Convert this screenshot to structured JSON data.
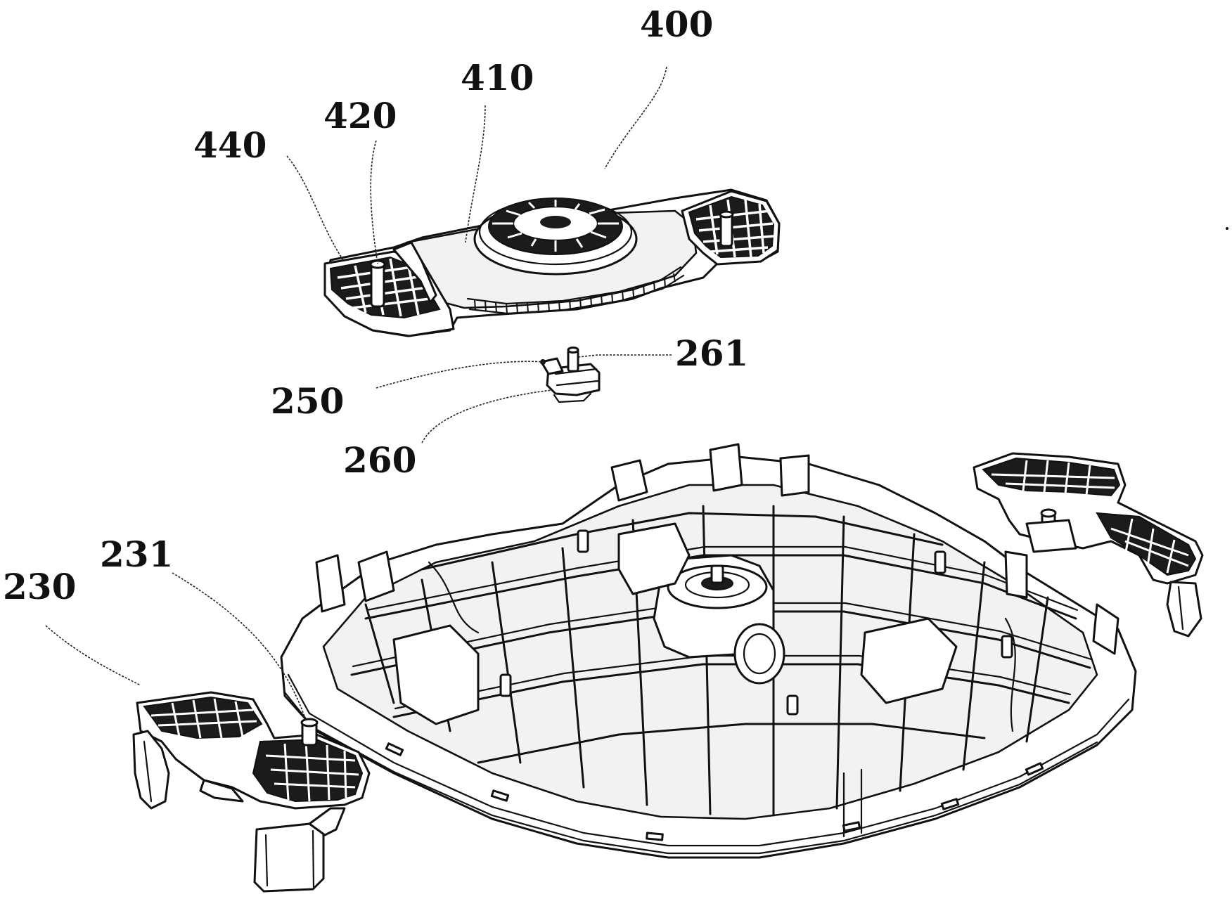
{
  "figure": {
    "labels": {
      "l400": "400",
      "l410": "410",
      "l420": "420",
      "l440": "440",
      "l261": "261",
      "l250": "250",
      "l260": "260",
      "l231": "231",
      "l230": "230"
    },
    "line_color": "#111111",
    "background": "#ffffff"
  }
}
